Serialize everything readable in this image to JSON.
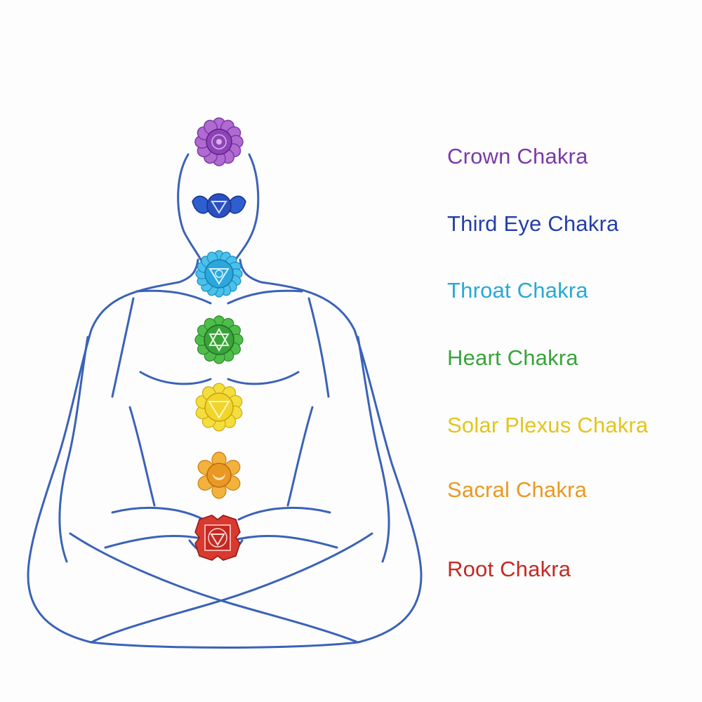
{
  "colors": {
    "outline": "#3a62b8",
    "background": "#fdfdfd"
  },
  "chakras": [
    {
      "label": "Crown Chakra",
      "color": "#7a3aa8",
      "symbol": "thousand-petal-lotus"
    },
    {
      "label": "Third Eye Chakra",
      "color": "#233fa6",
      "symbol": "two-petal-lotus"
    },
    {
      "label": "Throat Chakra",
      "color": "#27a9d8",
      "symbol": "sixteen-petal-lotus"
    },
    {
      "label": "Heart Chakra",
      "color": "#39a33a",
      "symbol": "twelve-petal-lotus-hexagram"
    },
    {
      "label": "Solar Plexus Chakra",
      "color": "#e3c51b",
      "symbol": "ten-petal-lotus-triangle"
    },
    {
      "label": "Sacral Chakra",
      "color": "#e99824",
      "symbol": "six-petal-lotus-crescent"
    },
    {
      "label": "Root Chakra",
      "color": "#c42a23",
      "symbol": "four-petal-lotus-square"
    }
  ]
}
